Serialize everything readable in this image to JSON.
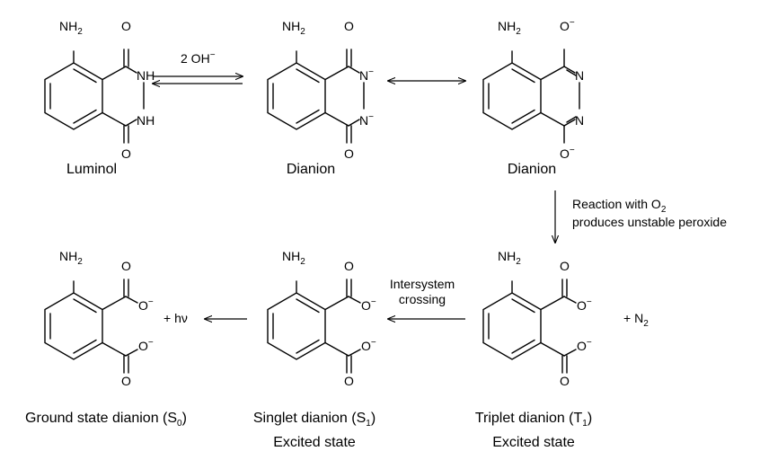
{
  "labels": {
    "nh2": "NH",
    "nh2_sub": "2",
    "o": "O",
    "o_minus": "O",
    "minus": "−",
    "nh": "NH",
    "n": "N",
    "n_minus": "N"
  },
  "arrows": {
    "reagent_1": "2 OH",
    "reagent_1_sup": "−",
    "oxygen_line1_a": "Reaction with O",
    "oxygen_line1_sub": "2",
    "oxygen_line2": "produces unstable peroxide",
    "isc_line1": "Intersystem",
    "isc_line2": "crossing",
    "emission": "+ hν",
    "nitrogen_a": "+ N",
    "nitrogen_sub": "2"
  },
  "captions": {
    "luminol": "Luminol",
    "dianion_1": "Dianion",
    "dianion_2": "Dianion",
    "ground_a": "Ground state dianion (S",
    "ground_sub": "0",
    "ground_b": ")",
    "singlet_a": "Singlet dianion (S",
    "singlet_sub": "1",
    "singlet_b": ")",
    "singlet_state": "Excited state",
    "triplet_a": "Triplet dianion (T",
    "triplet_sub": "1",
    "triplet_b": ")",
    "triplet_state": "Excited state"
  }
}
